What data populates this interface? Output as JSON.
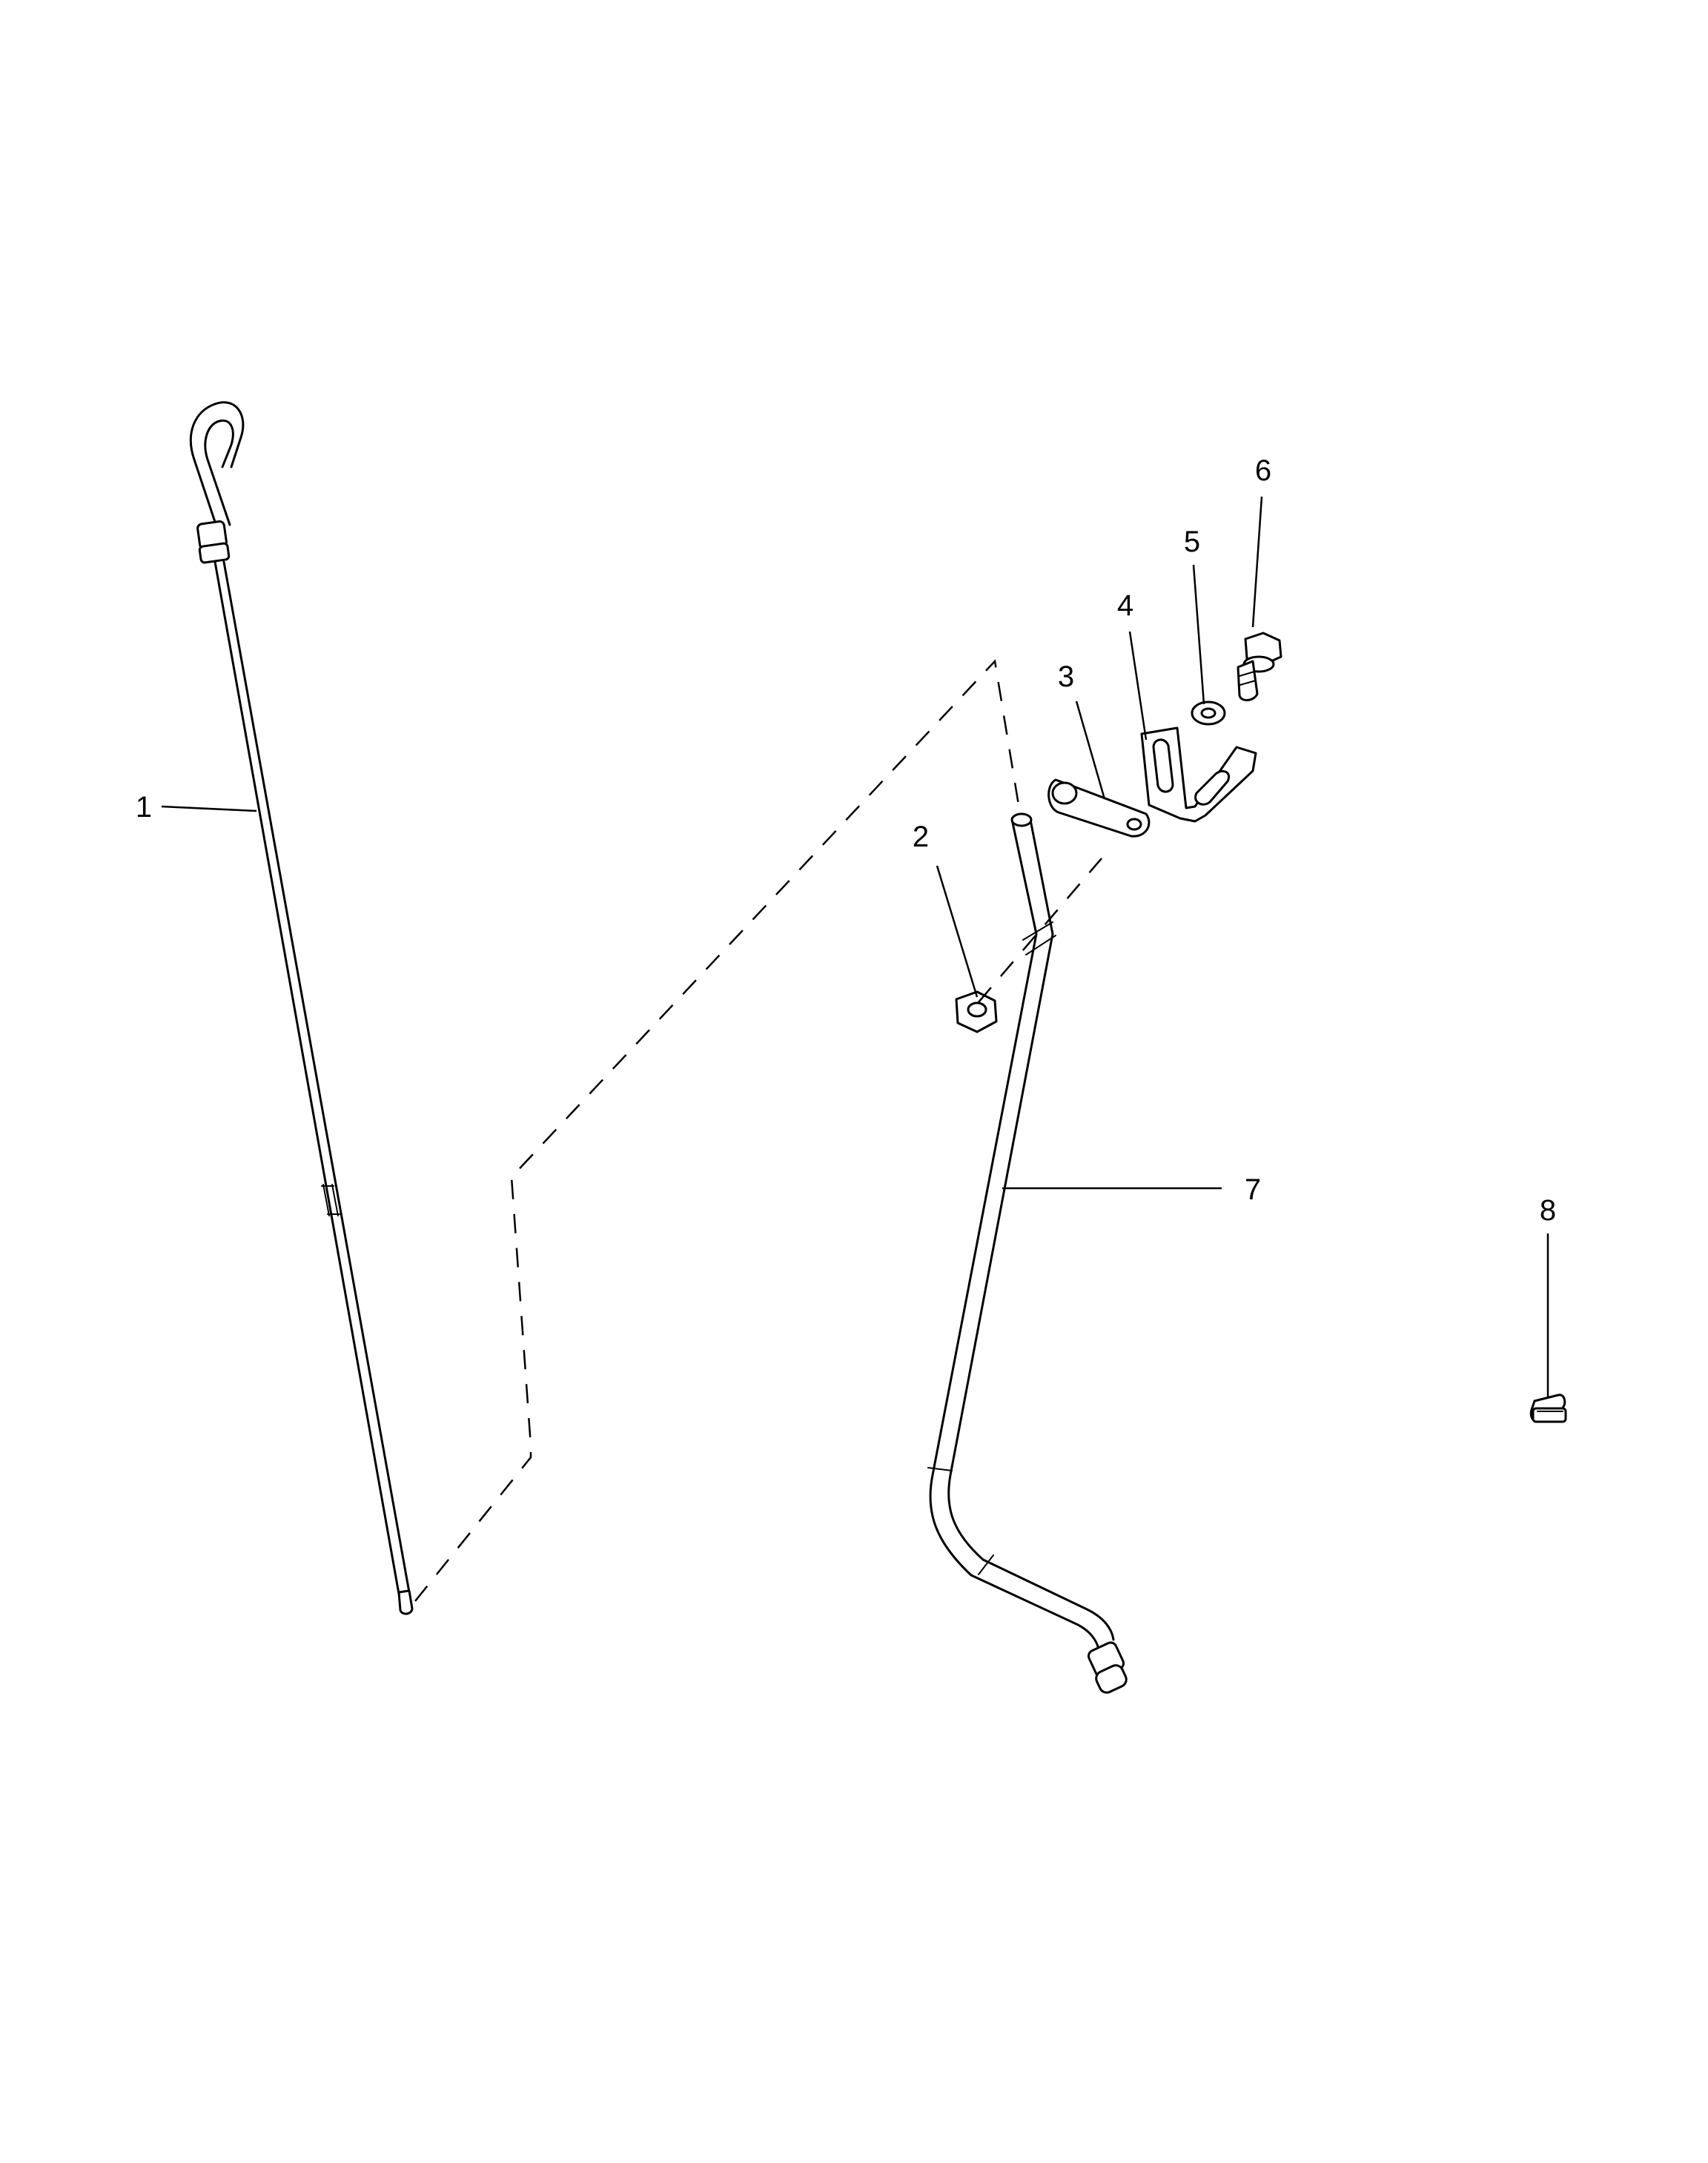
{
  "callouts": [
    {
      "id": "dipstick",
      "label": "1"
    },
    {
      "id": "nut",
      "label": "2"
    },
    {
      "id": "clip",
      "label": "3"
    },
    {
      "id": "bracket",
      "label": "4"
    },
    {
      "id": "washer",
      "label": "5"
    },
    {
      "id": "bolt",
      "label": "6"
    },
    {
      "id": "tube",
      "label": "7"
    },
    {
      "id": "plug",
      "label": "8"
    }
  ]
}
